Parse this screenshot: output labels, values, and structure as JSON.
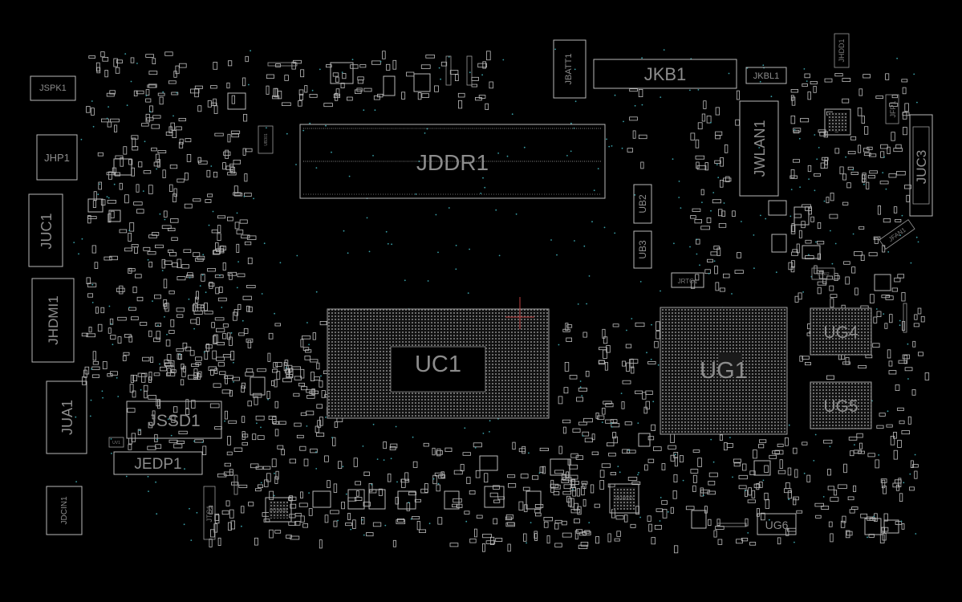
{
  "components": {
    "jspk1": "JSPK1",
    "jhp1": "JHP1",
    "juc1": "JUC1",
    "jhdmi1": "JHDMI1",
    "jua1": "JUA1",
    "jssd1": "JSSD1",
    "jedp1": "JEDP1",
    "jdcin1": "JDCIN1",
    "jddr1": "JDDR1",
    "jkb1": "JKB1",
    "jbatt1": "JBATT1",
    "jkbl1": "JKBL1",
    "jwlan1": "JWLAN1",
    "jhdd1": "JHDD1",
    "jfp1": "JFP1",
    "juc3": "JUC3",
    "jfan1": "JFAN1",
    "ub2": "UB2",
    "ub3": "UB3",
    "jrtc1": "JRTC1",
    "uc1": "UC1",
    "ug1": "UG1",
    "ug4": "UG4",
    "ug5": "UG5",
    "ug6": "UG6",
    "jts1": "JTS1",
    "pu3000": "PU3000",
    "pu8000": "PU8000",
    "ub301": "UB301",
    "us302": "US302",
    "uv1": "UV1"
  }
}
